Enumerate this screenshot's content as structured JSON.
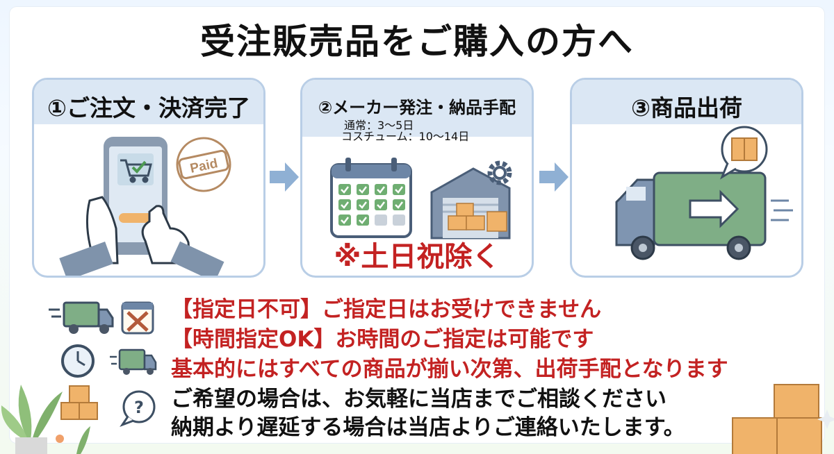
{
  "title": "受注販売品をご購入の方へ",
  "steps": [
    {
      "label": "①ご注文・決済完了",
      "badge": "Paid"
    },
    {
      "label": "②メーカー発注・納品手配",
      "sub1": "通常：3〜5日",
      "sub2": "コスチューム：10〜14日",
      "note": "※土日祝除く"
    },
    {
      "label": "③商品出荷"
    }
  ],
  "info": {
    "line1": "【指定日不可】ご指定日はお受けできません",
    "line2": "【時間指定OK】お時間のご指定は可能です",
    "line3": "基本的にはすべての商品が揃い次第、出荷手配となります",
    "line4": "ご希望の場合は、お気軽に当店までご相談ください",
    "line5": "納期より遅延する場合は当店よりご連絡いたします。",
    "question_mark": "?"
  },
  "colors": {
    "accent_red": "#c32222",
    "panel_border": "#b9cee6",
    "panel_head": "#dbe7f4",
    "check_green": "#6fae72",
    "box_orange": "#f0b36a"
  }
}
